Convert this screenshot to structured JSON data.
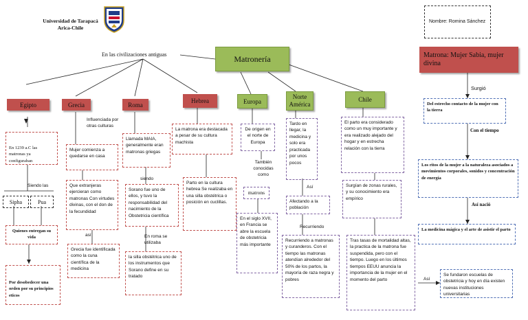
{
  "logo": {
    "university": "Universidad de Tarapacá",
    "city": "Arica-Chile"
  },
  "author": "Nombre: Romina Sánchez",
  "title": "Matronería",
  "ancient_label": "En las civilizaciones antiguas",
  "columns": {
    "egipto": {
      "header": "Egipto",
      "box1": "En 1239 a.C las matronas ya configuraban",
      "sublabel": "Siendo las",
      "sipha": "Sipha",
      "pua": "Pua",
      "box2": "Quienes entregan su vida",
      "box3": "Por desobedecer una orden por su principios eticos"
    },
    "grecia": {
      "header": "Grecia",
      "label1": "Influenciada por otras culturas",
      "box1": "Mujer comienza a quedarse en casa",
      "box2": "Que extranjeras ejercieran como matronas Con virtudes divinas, con el don de la fecundidad",
      "label2": "así",
      "box3": "Grecia fue identificada como la cuna científica de la medicina"
    },
    "roma": {
      "header": "Roma",
      "box1": "Llamada MAIA, generalmente eran matronas griegas",
      "label1": "siendo",
      "box2": "Sorano fue uno de ellos, y tuvo la responsabilidad del nacimiento de la Obstetricia científica",
      "label2": "En roma se utilizaba",
      "box3": "la silla obstétrica uno de los instrumentos que Sorano define en su tratado"
    },
    "hebrea": {
      "header": "Hebrea",
      "box1": "La matrona era destacada a pesar de su cultura machista",
      "box2": "Parto en la cultura hebrea Se realizaba en una silla obstétrica o posición en cuclillas."
    },
    "europa": {
      "header": "Europa",
      "box1": "De origen en el norte de Europa",
      "label1": "También conocidas como",
      "label2": "matrons",
      "box2": "En el siglo XVII, en Francia se abre la escuela de obstetricia más importante"
    },
    "norteamerica": {
      "header": "Norte América",
      "box1": "Tardo en llegar, la medicina y solo era practicada por unos pocos",
      "label1": "Así",
      "box2": "Afectando a la población",
      "label2": "Recurriendo",
      "box3": "Recurriendo a matronas y curanderos. Con el tiempo las matronas atendían alrededor del 50% de los partos, la mayoría de raza negra y pobres"
    },
    "chile": {
      "header": "Chile",
      "box1": "El parto era considerado como un muy importante y era realizado alejado del hogar y en estrecha relación con la tierra",
      "box2": "Surgían de zonas rurales, y su conocimiento era empírico",
      "box3": "Tras tasas de mortalidad altas, la practica de la matrona fue suspendida, pero con el tiempo. Luego en los últimos tiempos EEUU anuncia la importancia de la mujer en el momento del parto",
      "label1": "Así",
      "box4": "Se fundaron escuelas de obstetricia y hoy en día existen nuevas instituciones universitarias"
    },
    "sabia": {
      "header": "Matrona: Mujer Sabia, mujer divina",
      "label1": "Surgió",
      "box1": "Del estrecho contacto de la mujer con la tierra",
      "label2": "Con el tiempo",
      "box2": "Los ritos de la mujer a la naturaleza asociados a movimientos corporales, sonidos y concentración de energía",
      "label3": "Así nació",
      "box3": "La medicina mágica y el arte de asistir el parto"
    }
  },
  "colors": {
    "red_header": "#c0504d",
    "green_header": "#9bbb59",
    "red_border": "#c0504d",
    "blue_border": "#4f6fb5",
    "purple_border": "#8064a2"
  }
}
